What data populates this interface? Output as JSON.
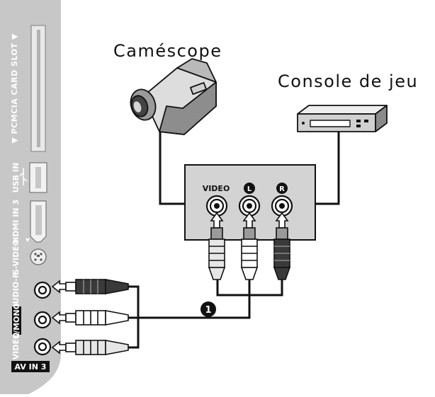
{
  "devices": {
    "camcorder_label": "Caméscope",
    "console_label": "Console de jeu"
  },
  "input_box": {
    "video_label": "VIDEO",
    "left_badge": "L",
    "right_badge": "R"
  },
  "tv_panel": {
    "pcmcia_label": "▼ PCMCIA CARD SLOT ▼",
    "usb_label": "USB IN",
    "hdmi_label": "HDMI IN 3",
    "svideo_label": "S-VIDEO",
    "audio_r_label": "AUDIO-R",
    "mono_l_label": "L/MONO",
    "video_label": "VIDEO",
    "av_label": "AV IN 3"
  },
  "callout": {
    "number": "1"
  },
  "colors": {
    "panel_grey": "#c7c7c7",
    "box_grey": "#d3d3d3",
    "cable_dark": "#3a3a3a",
    "line": "#111111"
  }
}
